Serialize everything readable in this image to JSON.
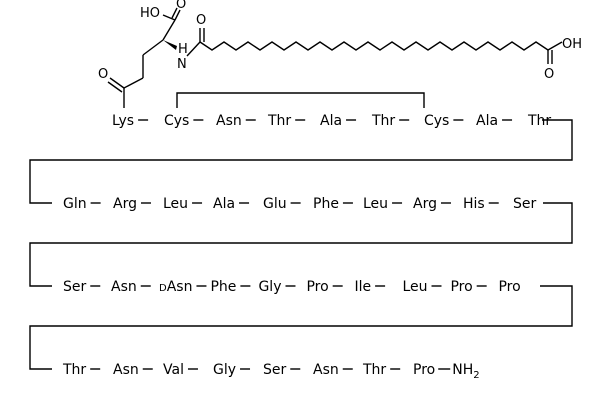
{
  "lipid_group": {
    "acid_label": "HO",
    "amide_nh": "H",
    "amide_n": "N",
    "amide_o": "O",
    "ketone_o": "O",
    "terminal_oh": "OH",
    "terminal_o": "O"
  },
  "rows": [
    [
      "Lys",
      "Cys",
      "Asn",
      "Thr",
      "Ala",
      "Thr",
      "Cys",
      "Ala",
      "Thr"
    ],
    [
      "Gln",
      "Arg",
      "Leu",
      "Ala",
      "Glu",
      "Phe",
      "Leu",
      "Arg",
      "His",
      "Ser"
    ],
    [
      "Ser",
      "Asn",
      "Asn",
      "Phe",
      "Gly",
      "Pro",
      "Ile",
      "Leu",
      "Pro",
      "Pro"
    ],
    [
      "Thr",
      "Asn",
      "Val",
      "Gly",
      "Ser",
      "Asn",
      "Thr",
      "Pro"
    ]
  ],
  "d_prefix": "D",
  "c_terminus": "NH",
  "c_terminus_sub": "2"
}
